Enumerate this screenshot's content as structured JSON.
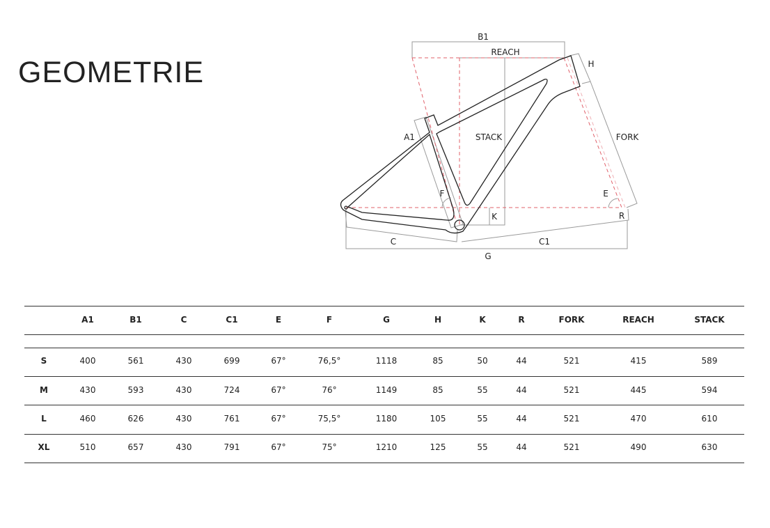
{
  "title": "GEOMETRIE",
  "diagram": {
    "labels": {
      "b1": "B1",
      "reach": "REACH",
      "h": "H",
      "a1": "A1",
      "stack": "STACK",
      "fork": "FORK",
      "f": "F",
      "e": "E",
      "k": "K",
      "r": "R",
      "c": "C",
      "c1": "C1",
      "g": "G"
    },
    "colors": {
      "frame": "#222222",
      "guide": "#9a9a9a",
      "dashed": "#e0606a"
    }
  },
  "table": {
    "columns": [
      "",
      "A1",
      "B1",
      "C",
      "C1",
      "E",
      "F",
      "G",
      "H",
      "K",
      "R",
      "FORK",
      "REACH",
      "STACK"
    ],
    "rows": [
      [
        "S",
        "400",
        "561",
        "430",
        "699",
        "67°",
        "76,5°",
        "1118",
        "85",
        "50",
        "44",
        "521",
        "415",
        "589"
      ],
      [
        "M",
        "430",
        "593",
        "430",
        "724",
        "67°",
        "76°",
        "1149",
        "85",
        "55",
        "44",
        "521",
        "445",
        "594"
      ],
      [
        "L",
        "460",
        "626",
        "430",
        "761",
        "67°",
        "75,5°",
        "1180",
        "105",
        "55",
        "44",
        "521",
        "470",
        "610"
      ],
      [
        "XL",
        "510",
        "657",
        "430",
        "791",
        "67°",
        "75°",
        "1210",
        "125",
        "55",
        "44",
        "521",
        "490",
        "630"
      ]
    ]
  }
}
